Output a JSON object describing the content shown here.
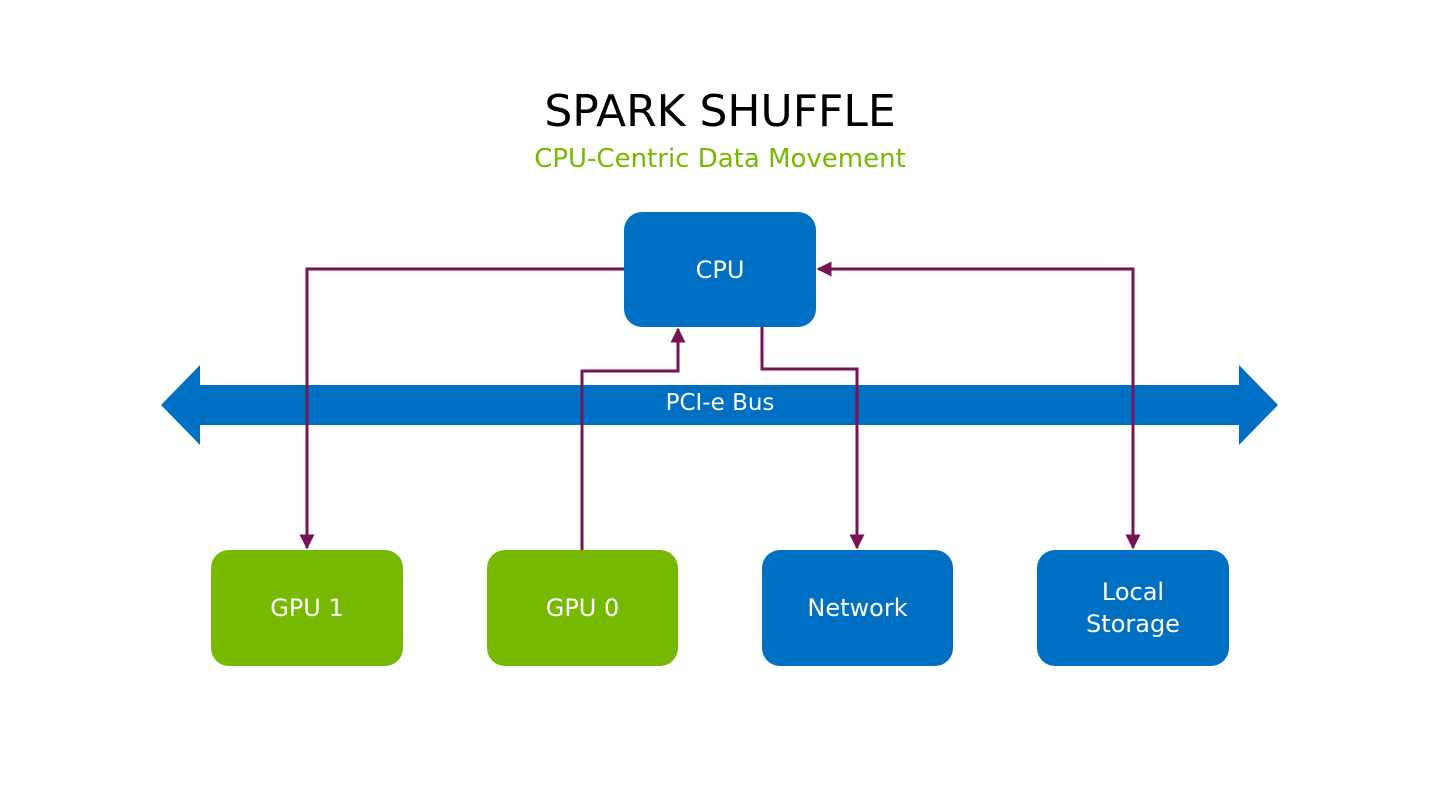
{
  "title": "SPARK SHUFFLE",
  "subtitle": "CPU-Centric Data Movement",
  "colors": {
    "blue": "#0070c5",
    "green": "#76b900",
    "connector": "#7a1356",
    "text_on_box": "#ffffff"
  },
  "nodes": {
    "cpu": {
      "label": "CPU",
      "color": "blue"
    },
    "gpu1": {
      "label": "GPU 1",
      "color": "green"
    },
    "gpu0": {
      "label": "GPU 0",
      "color": "green"
    },
    "network": {
      "label": "Network",
      "color": "blue"
    },
    "storage": {
      "label": "Local\nStorage",
      "label_line1": "Local",
      "label_line2": "Storage",
      "color": "blue"
    }
  },
  "bus": {
    "label": "PCI-e Bus",
    "direction": "bidirectional"
  },
  "edges": [
    {
      "from": "CPU",
      "to": "GPU 1"
    },
    {
      "from": "GPU 0",
      "to": "CPU"
    },
    {
      "from": "CPU",
      "to": "Network"
    },
    {
      "from": "Local Storage",
      "to": "CPU",
      "bidirectional": true
    }
  ]
}
